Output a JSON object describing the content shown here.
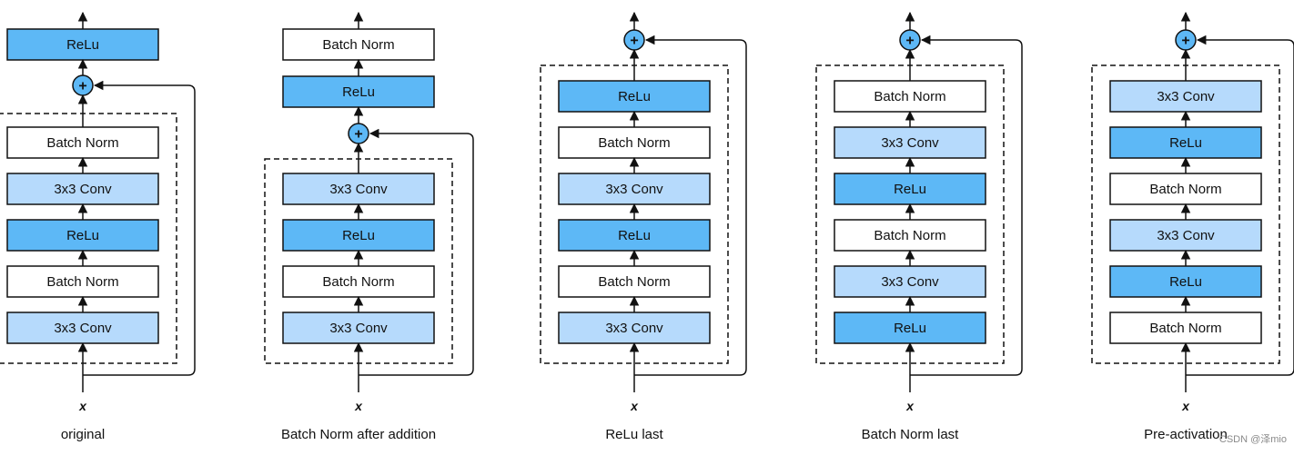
{
  "colors": {
    "relu": "#5db8f6",
    "conv": "#b6dafc",
    "norm": "#ffffff",
    "add": "#5db8f6",
    "stroke": "#111111"
  },
  "block_labels": {
    "relu": "ReLu",
    "conv": "3x3 Conv",
    "norm": "Batch Norm"
  },
  "add_symbol": "+",
  "input_label": "x",
  "variants": [
    {
      "caption": "original",
      "above": [
        "relu"
      ],
      "inner": [
        "norm",
        "conv",
        "relu",
        "norm",
        "conv"
      ]
    },
    {
      "caption": "Batch Norm after addition",
      "above": [
        "relu",
        "norm"
      ],
      "inner": [
        "conv",
        "relu",
        "norm",
        "conv"
      ]
    },
    {
      "caption": "ReLu last",
      "above": [],
      "inner": [
        "relu",
        "norm",
        "conv",
        "relu",
        "norm",
        "conv"
      ]
    },
    {
      "caption": "Batch Norm last",
      "above": [],
      "inner": [
        "norm",
        "conv",
        "relu",
        "norm",
        "conv",
        "relu"
      ]
    },
    {
      "caption": "Pre-activation",
      "above": [],
      "inner": [
        "conv",
        "relu",
        "norm",
        "conv",
        "relu",
        "norm"
      ]
    }
  ],
  "watermark": "CSDN @泽mio"
}
